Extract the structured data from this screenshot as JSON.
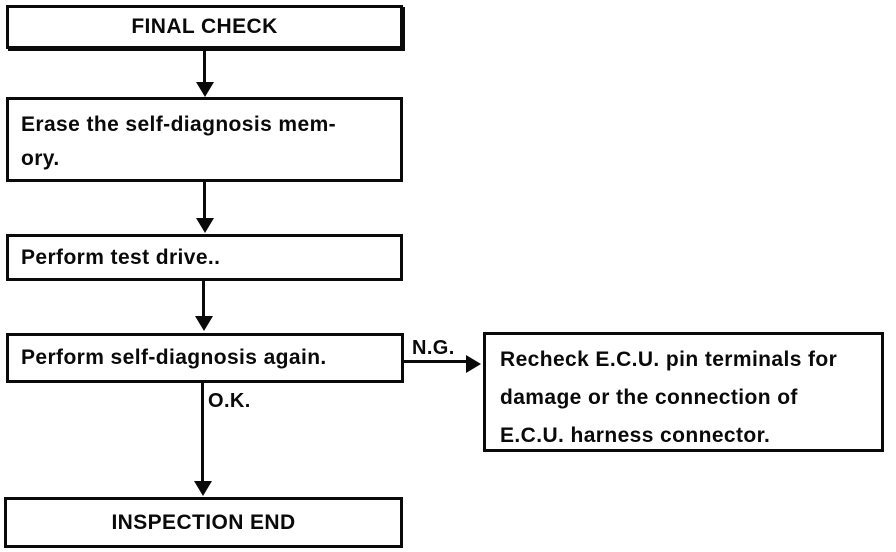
{
  "colors": {
    "ink": "#0a0a0a",
    "paper": "#ffffff"
  },
  "flowchart": {
    "type": "vertical-flowchart",
    "nodes": [
      {
        "id": "final-check",
        "text": "FINAL CHECK"
      },
      {
        "id": "erase-memory",
        "text": "Erase the self-diagnosis mem-\nory."
      },
      {
        "id": "test-drive",
        "text": "Perform test drive.."
      },
      {
        "id": "self-diagnosis-again",
        "text": "Perform self-diagnosis again."
      },
      {
        "id": "recheck-ecu",
        "text": "Recheck E.C.U. pin terminals for\ndamage or the connection of\nE.C.U. harness connector."
      },
      {
        "id": "inspection-end",
        "text": "INSPECTION END"
      }
    ],
    "edge_labels": {
      "ng": "N.G.",
      "ok": "O.K."
    }
  }
}
